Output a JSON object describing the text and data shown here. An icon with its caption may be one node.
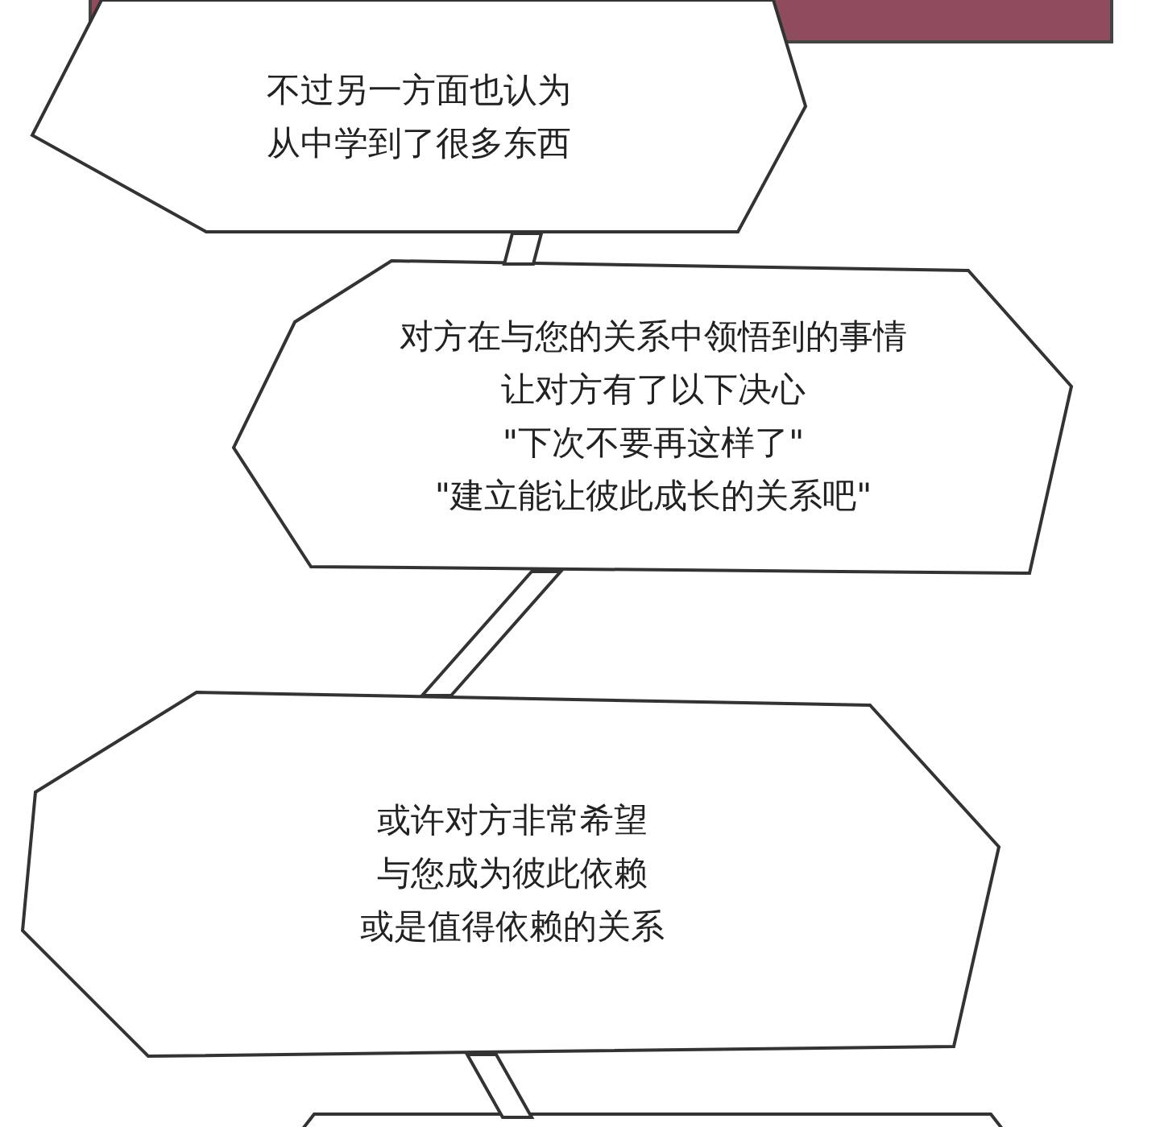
{
  "diagram": {
    "nodes": [
      {
        "text": [
          "不过另一方面也认为从中学到了很多东西"
        ]
      },
      {
        "text": [
          "对方在与您的关系中领悟到的事情让对方有了以下决心\"下次不要再这样了\"\"建立能让彼此成长的关系吧\""
        ]
      },
      {
        "text": [
          "或许对方非常希望与您成为彼此依赖或是值得依赖的关系"
        ]
      },
      {
        "text": [],
        "shape": "box"
      }
    ],
    "edges": [
      {
        "from": 0,
        "to": 1,
        "arrow": "none"
      },
      {
        "from": 1,
        "to": 2,
        "arrow": "none"
      },
      {
        "from": 2,
        "to": 3,
        "arrow": "none"
      }
    ]
  }
}
